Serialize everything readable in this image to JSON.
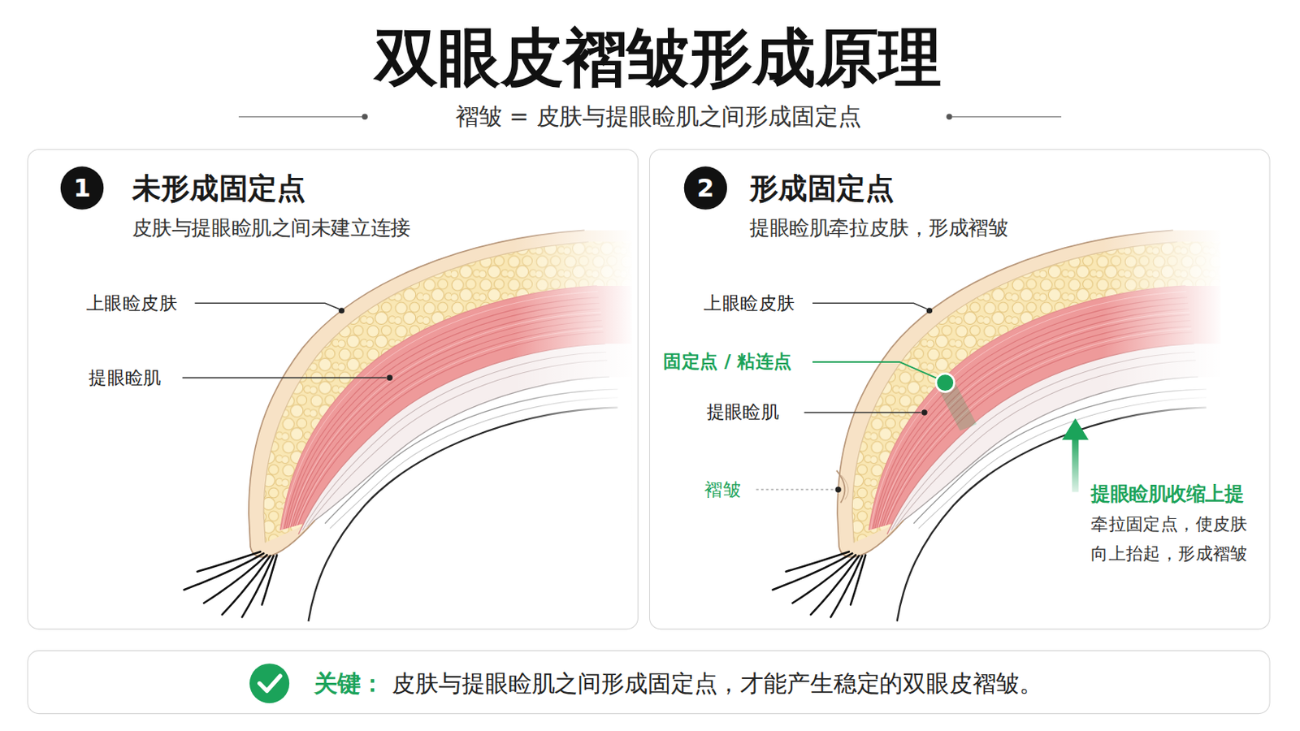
{
  "diagram": {
    "title": "双眼皮褶皱形成原理",
    "nodes": [
      {
        "text": [
          "未形成固定点",
          "皮肤与提眼睑肌之间未建立连接"
        ]
      },
      {
        "text": [
          "1"
        ],
        "in": 0
      },
      {
        "text": [
          "形成固定点",
          "提眼睑肌牵拉皮肤，形成褶皱"
        ]
      },
      {
        "text": [
          "2"
        ],
        "in": 2
      },
      {
        "text": [
          "关键：",
          "皮肤与提眼睑肌之间形成固定点，才能产生稳定的双眼皮褶皱。"
        ]
      }
    ],
    "labels": [
      "褶皱 = 皮肤与提眼睑肌之间形成固定点",
      "上眼睑皮肤",
      "提眼睑肌",
      "上眼睑皮肤",
      "固定点 / 粘连点",
      "提眼睑肌",
      "褶皱",
      "提眼睑肌收缩上提",
      "牵拉固定点，使皮肤 向上抬起，形成褶皱"
    ]
  }
}
